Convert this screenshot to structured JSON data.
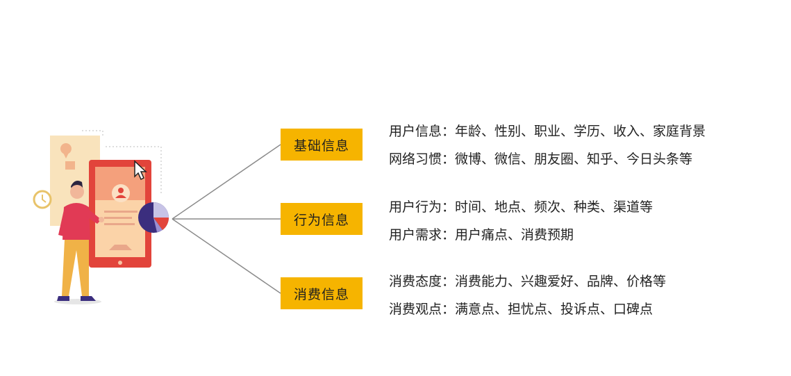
{
  "categories": [
    {
      "label": "基础信息",
      "details": [
        "用户信息：年龄、性别、职业、学历、收入、家庭背景",
        "网络习惯：微博、微信、朋友圈、知乎、今日头条等"
      ]
    },
    {
      "label": "行为信息",
      "details": [
        "用户行为：时间、地点、频次、种类、渠道等",
        "用户需求：用户痛点、消费预期"
      ]
    },
    {
      "label": "消费信息",
      "details": [
        "消费态度：消费能力、兴趣爱好、品牌、价格等",
        "消费观点：满意点、担忧点、投诉点、口碑点"
      ]
    }
  ],
  "colors": {
    "accent": "#f6b400",
    "phone": "#e2443b",
    "connector": "#8a8a8a"
  },
  "icons": [
    "location-pin-icon",
    "clock-icon",
    "user-avatar-icon",
    "cursor-icon",
    "pie-chart-icon"
  ]
}
